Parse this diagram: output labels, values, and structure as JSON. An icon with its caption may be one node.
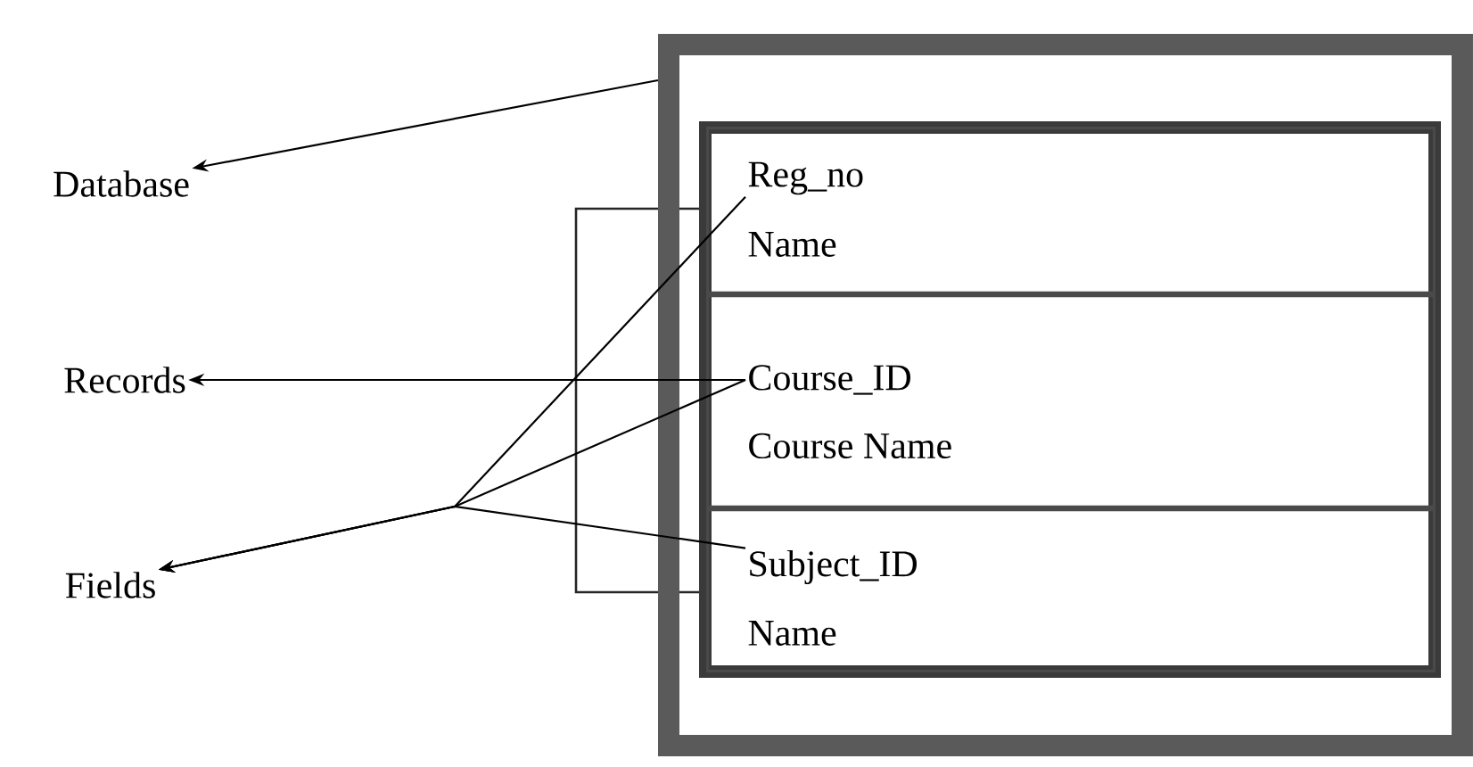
{
  "diagram": {
    "nodes": [
      {
        "text": [
          "Database"
        ]
      },
      {
        "text": [
          "Records"
        ]
      },
      {
        "text": [
          "Fields"
        ]
      },
      {
        "text": [],
        "shape": "box"
      },
      {
        "text": [],
        "shape": "box",
        "in": 3
      },
      {
        "text": [],
        "shape": "box",
        "in": 4
      },
      {
        "text": [
          "Reg_no"
        ],
        "in": 5
      },
      {
        "text": [
          "Name"
        ],
        "in": 5
      },
      {
        "text": [],
        "shape": "box",
        "in": 4
      },
      {
        "text": [
          "Course_ID"
        ],
        "in": 8
      },
      {
        "text": [
          "Course Name"
        ],
        "in": 8
      },
      {
        "text": [],
        "shape": "box",
        "in": 4
      },
      {
        "text": [
          "Subject_ID"
        ],
        "in": 11
      },
      {
        "text": [
          "Name"
        ],
        "in": 11
      }
    ],
    "edges": [
      {
        "from": 3,
        "to": 0,
        "arrow": "to"
      },
      {
        "from": 9,
        "to": 1,
        "arrow": "to"
      },
      {
        "from": 6,
        "to": 2,
        "arrow": "to"
      },
      {
        "from": 9,
        "to": 2,
        "arrow": "to"
      },
      {
        "from": 12,
        "to": 2,
        "arrow": "to"
      }
    ]
  }
}
